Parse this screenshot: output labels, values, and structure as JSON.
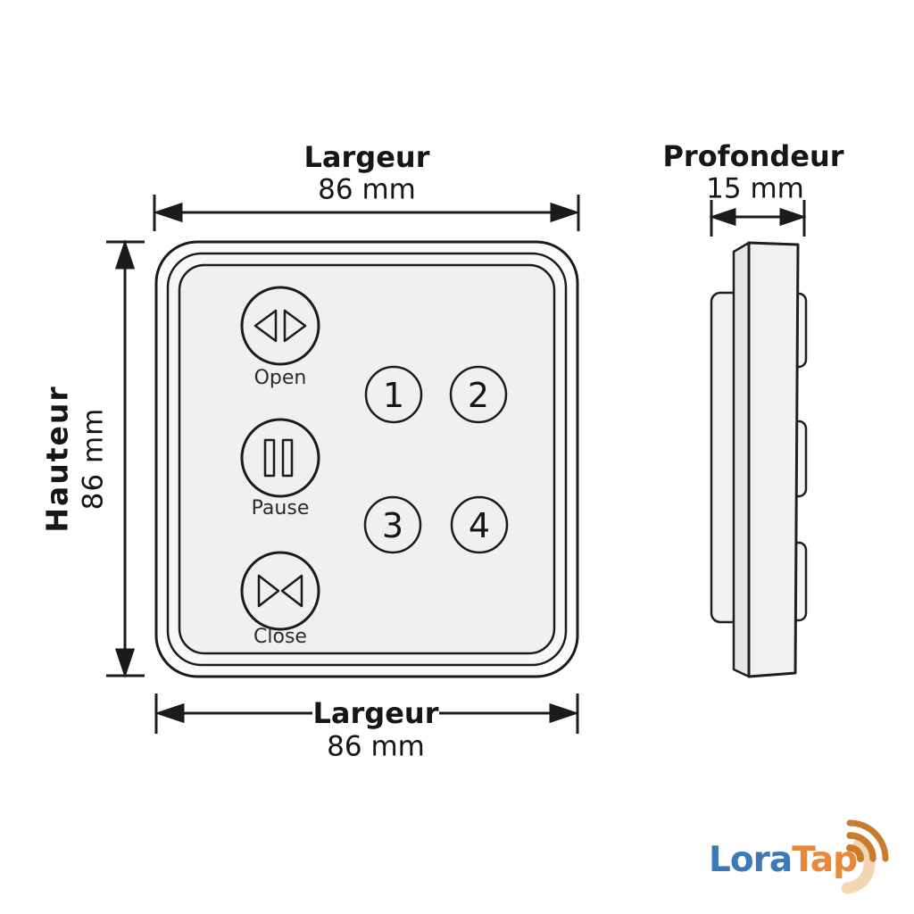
{
  "front_view": {
    "width_top": {
      "label": "Largeur",
      "value": "86 mm"
    },
    "width_bottom": {
      "label": "Largeur",
      "value": "86 mm"
    },
    "height": {
      "label": "Hauteur",
      "value": "86 mm"
    },
    "panel_buttons": {
      "open": "Open",
      "pause": "Pause",
      "close": "Close",
      "channels": [
        "1",
        "2",
        "3",
        "4"
      ]
    }
  },
  "side_view": {
    "depth": {
      "label": "Profondeur",
      "value": "15 mm"
    }
  },
  "logo": {
    "text_blue": "Lora",
    "text_orange": "Tap"
  },
  "icons": {
    "open": "open-triangles-icon",
    "pause": "pause-bars-icon",
    "close": "close-triangles-icon",
    "logo_signal": "wifi-signal-icon"
  },
  "colors": {
    "line": "#1b1b1b",
    "panel_fill": "#f1f0ef",
    "logo_blue": "#3c79b5",
    "logo_orange": "#e8883b",
    "wifi_orange": "#c97c2e"
  }
}
